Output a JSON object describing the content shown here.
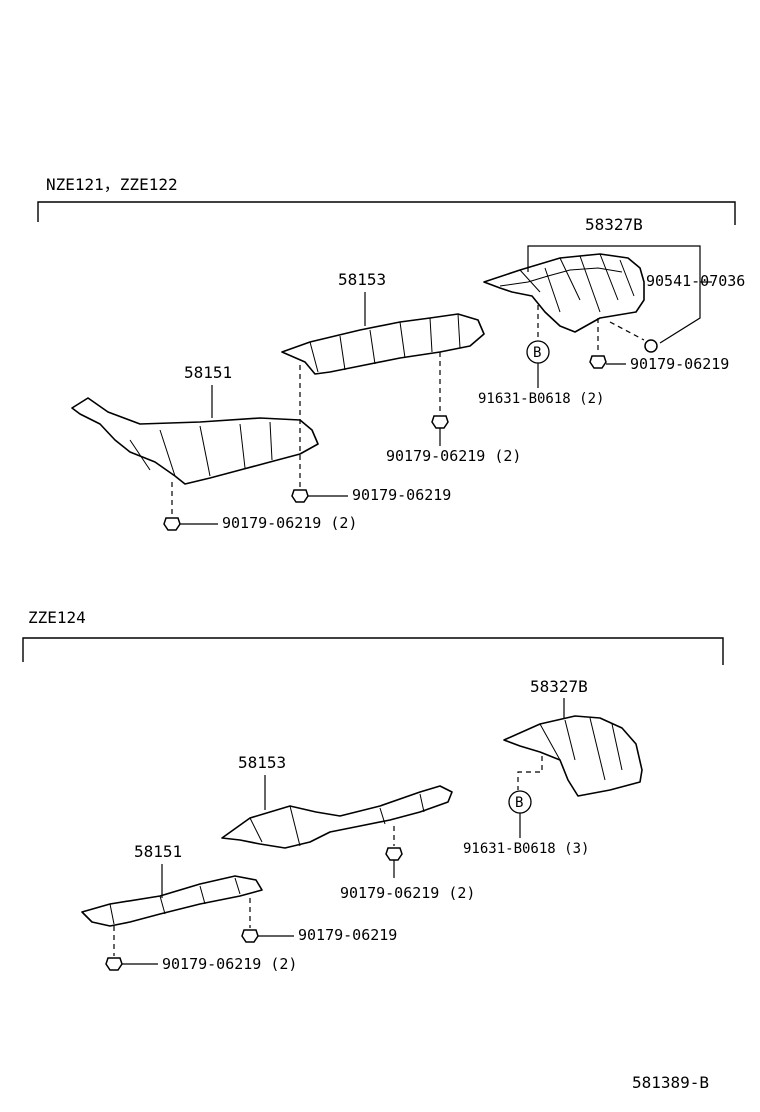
{
  "section1": {
    "title": "NZE121，ZZE122",
    "labels": {
      "p58327b": "58327B",
      "p90541": "90541-07036",
      "p58153": "58153",
      "p58151": "58151",
      "b_circle": "B",
      "p91631": "91631-B0618 (2)",
      "p90179_right": "90179-06219",
      "p90179_mid2": "90179-06219 (2)",
      "p90179_mid": "90179-06219",
      "p90179_left2": "90179-06219 (2)"
    }
  },
  "section2": {
    "title": "ZZE124",
    "labels": {
      "p58327b": "58327B",
      "b_circle": "B",
      "p91631": "91631-B0618 (3)",
      "p58153": "58153",
      "p58151": "58151",
      "p90179_mid2": "90179-06219 (2)",
      "p90179_mid": "90179-06219",
      "p90179_left2": "90179-06219 (2)"
    }
  },
  "figure_id": "581389-B"
}
